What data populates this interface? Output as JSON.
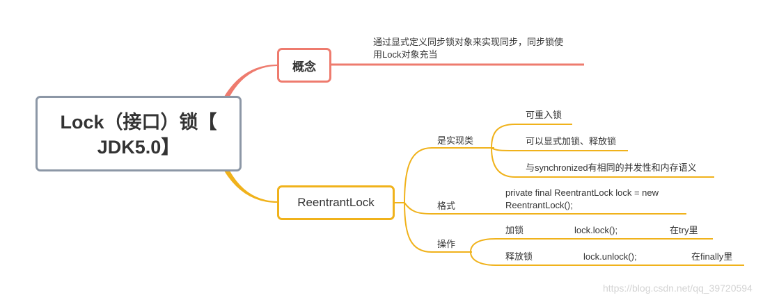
{
  "root": {
    "line1": "Lock（接口）锁【",
    "line2": "JDK5.0】"
  },
  "concept": {
    "label": "概念",
    "desc_line1": "通过显式定义同步锁对象来实现同步，同步锁使",
    "desc_line2": "用Lock对象充当"
  },
  "reentrant": {
    "label": "ReentrantLock",
    "impl_class": {
      "label": "是实现类",
      "items": [
        "可重入锁",
        "可以显式加锁、释放锁",
        "与synchronized有相同的并发性和内存语义"
      ]
    },
    "format": {
      "label": "格式",
      "code_line1": "private final ReentrantLock lock = new",
      "code_line2": "ReentrantLock();"
    },
    "operation": {
      "label": "操作",
      "lock": {
        "name": "加锁",
        "code": "lock.lock();",
        "where": "在try里"
      },
      "unlock": {
        "name": "释放锁",
        "code": "lock.unlock();",
        "where": "在finally里"
      }
    }
  },
  "watermark": "https://blog.csdn.net/qq_39720594",
  "colors": {
    "root_border": "#8c97a6",
    "concept": "#ee7b6e",
    "reentrant": "#f0b21b"
  }
}
